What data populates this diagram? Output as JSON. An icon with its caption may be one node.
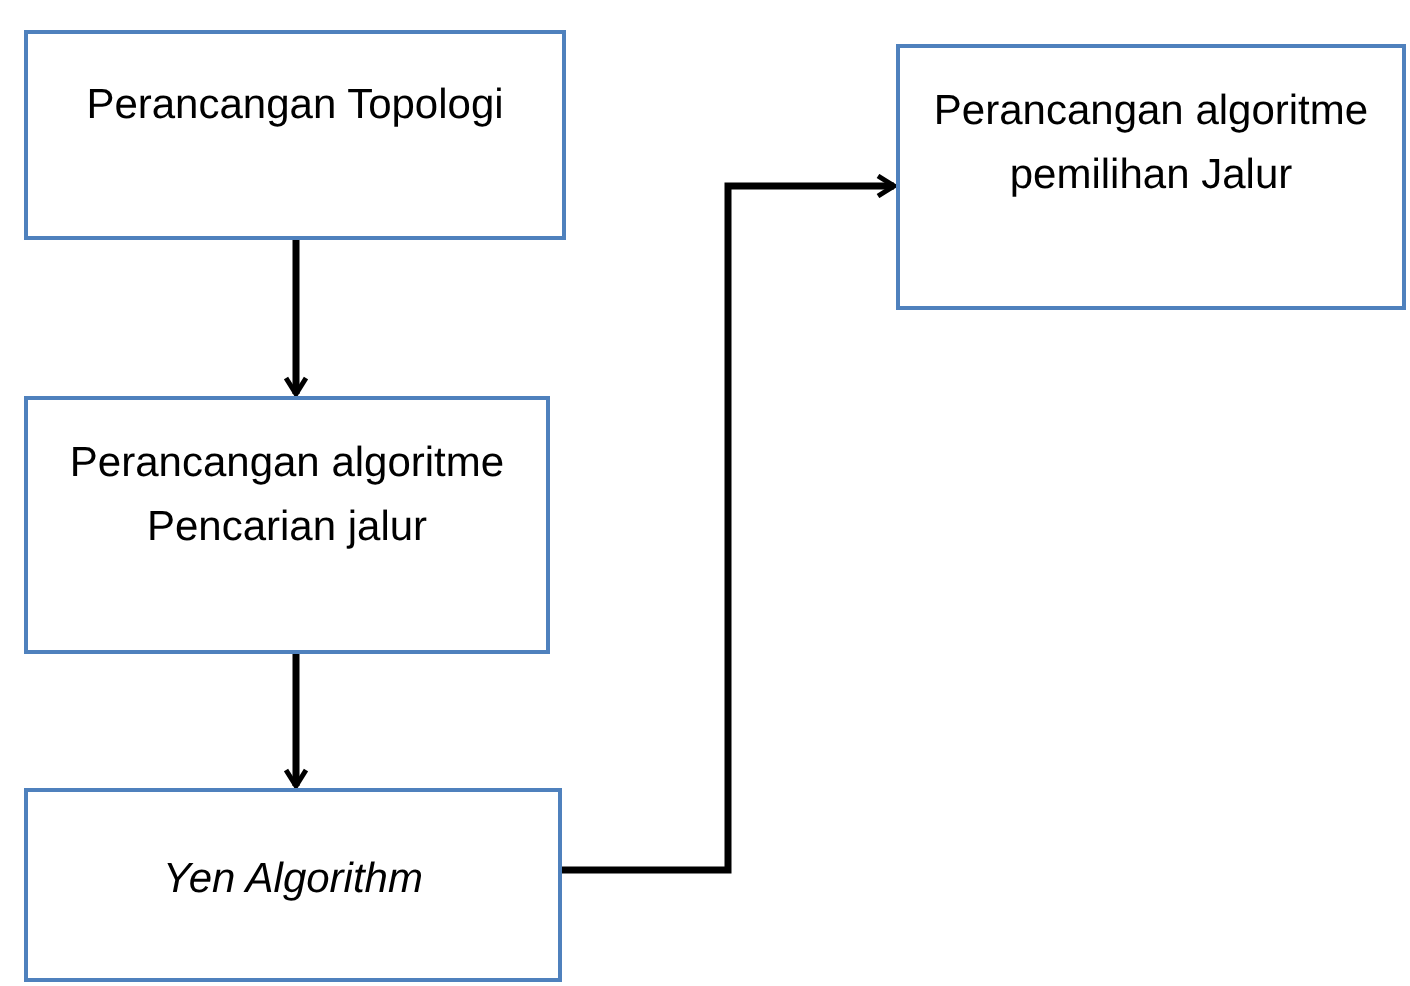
{
  "diagram": {
    "nodes": [
      {
        "text": [
          "Perancangan Topologi"
        ]
      },
      {
        "text": [
          "Perancangan algoritme Pencarian jalur"
        ]
      },
      {
        "text": [
          "Yen Algorithm"
        ]
      },
      {
        "text": [
          "Perancangan algoritme pemilihan Jalur"
        ]
      }
    ],
    "edges": [
      {
        "from": 0,
        "to": 1,
        "arrow": "to"
      },
      {
        "from": 1,
        "to": 2,
        "arrow": "to"
      },
      {
        "from": 2,
        "to": 3,
        "arrow": "to"
      }
    ]
  }
}
